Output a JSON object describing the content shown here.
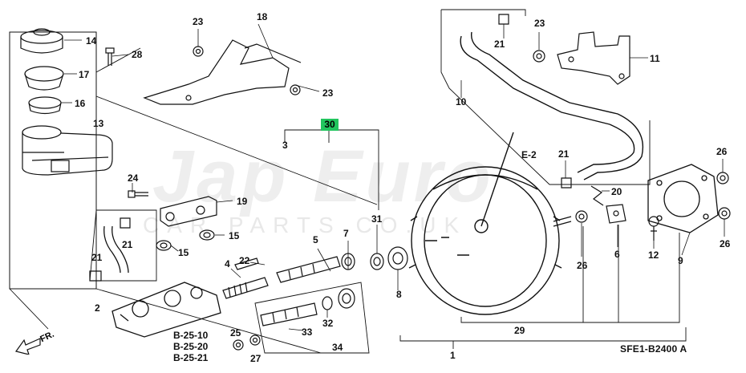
{
  "watermark": {
    "main": "Jap Euro",
    "sub": "CAR PARTS.CO.UK"
  },
  "diagram_code": "SFE1-B2400 A",
  "direction_label": "FR.",
  "highlight": {
    "label": "30",
    "color": "#22c55e"
  },
  "section_ref": "E-2",
  "references": [
    "B-25-10",
    "B-25-20",
    "B-25-21"
  ],
  "labels": {
    "l1": "1",
    "l2": "2",
    "l3": "3",
    "l4": "4",
    "l5": "5",
    "l6": "6",
    "l7": "7",
    "l8": "8",
    "l9": "9",
    "l10": "10",
    "l11": "11",
    "l12": "12",
    "l13": "13",
    "l14": "14",
    "l15a": "15",
    "l15b": "15",
    "l16": "16",
    "l17": "17",
    "l18": "18",
    "l19": "19",
    "l20": "20",
    "l21a": "21",
    "l21b": "21",
    "l21c": "21",
    "l21d": "21",
    "l22": "22",
    "l23a": "23",
    "l23b": "23",
    "l23c": "23",
    "l24": "24",
    "l25": "25",
    "l26a": "26",
    "l26b": "26",
    "l26c": "26",
    "l27": "27",
    "l28": "28",
    "l29": "29",
    "l31": "31",
    "l32": "32",
    "l33": "33",
    "l34": "34"
  }
}
